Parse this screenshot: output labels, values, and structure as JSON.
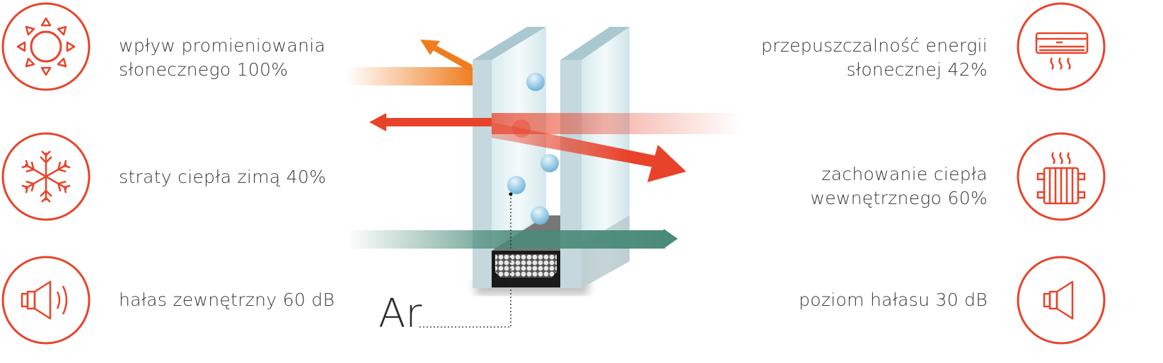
{
  "left": [
    {
      "icon": "sun-icon",
      "line1": "wpływ promieniowania",
      "line2": "słonecznego 100%"
    },
    {
      "icon": "snowflake-icon",
      "line1": "straty ciepła zimą 40%"
    },
    {
      "icon": "loud-speaker-icon",
      "line1": "hałas zewnętrzny 60 dB"
    }
  ],
  "right": [
    {
      "icon": "air-conditioner-icon",
      "line1": "przepuszczalność energii",
      "line2": "słonecznej 42%"
    },
    {
      "icon": "radiator-icon",
      "line1": "zachowanie ciepła",
      "line2": "wewnętrznego 60%"
    },
    {
      "icon": "quiet-speaker-icon",
      "line1": "poziom hałasu 30 dB"
    }
  ],
  "gas_label": "Ar",
  "colors": {
    "accent": "#e8432a",
    "orange": "#ef7d1f",
    "green": "#4a8a78",
    "text": "#3a3a3a"
  }
}
